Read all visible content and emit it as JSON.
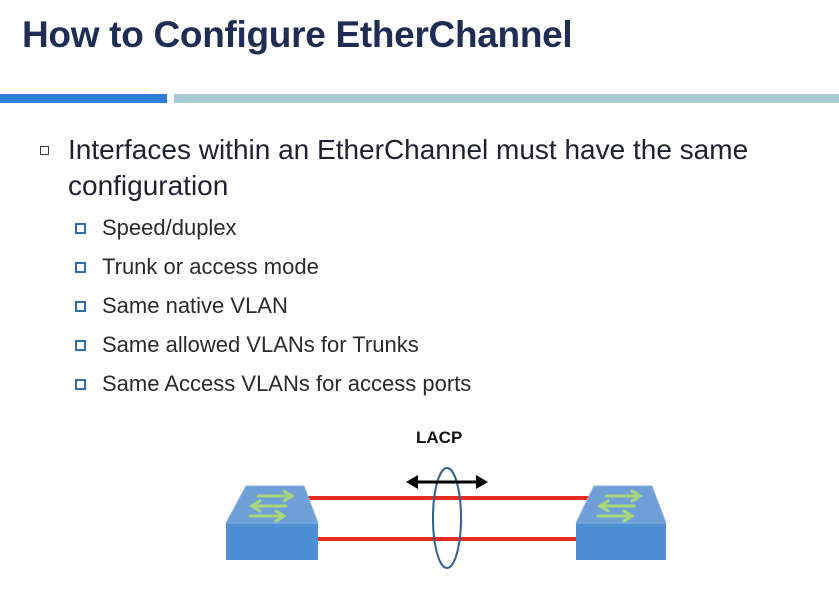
{
  "slide": {
    "title": "How to Configure EtherChannel",
    "main_bullet": "Interfaces within an EtherChannel must have the same configuration",
    "sub_bullets": [
      "Speed/duplex",
      "Trunk  or access mode",
      "Same native  VLAN",
      "Same allowed  VLANs for Trunks",
      "Same Access VLANs for access ports"
    ]
  },
  "diagram": {
    "label": "LACP",
    "colors": {
      "link": "#e52b1e",
      "switch_top": "#6f9fd6",
      "switch_front": "#4f8fd4",
      "arrows": "#a9d77a",
      "bundle_ring": "#2f5f93"
    },
    "icons": [
      "switch-icon",
      "switch-icon",
      "double-arrow-icon",
      "bundle-ellipse-icon"
    ]
  }
}
